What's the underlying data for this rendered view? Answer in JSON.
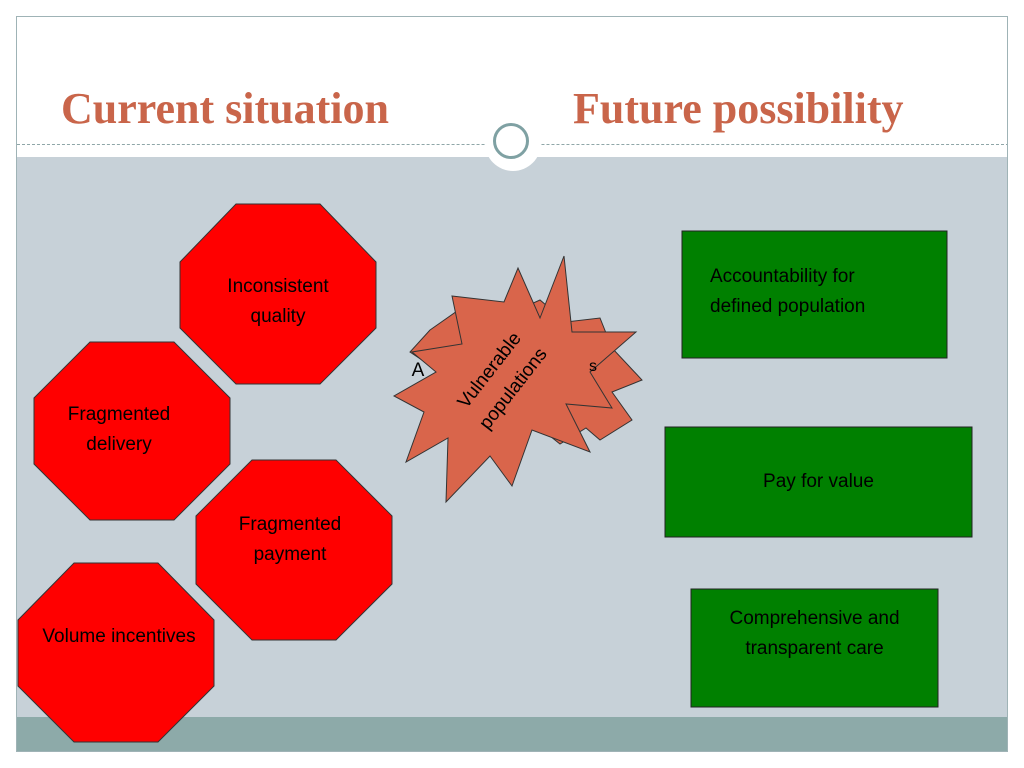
{
  "slide": {
    "title_left": "Current situation",
    "title_right": "Future possibility"
  },
  "current": {
    "inconsistent_quality": "Inconsistent quality",
    "fragmented_delivery": "Fragmented delivery",
    "fragmented_payment": "Fragmented payment",
    "volume_incentives": "Volume incentives"
  },
  "center": {
    "burst_label": "Vulnerable populations",
    "back_letter_a": "A",
    "back_letter_s": "s"
  },
  "future": {
    "accountability": "Accountability for defined population",
    "pay_for_value": "Pay for value",
    "comprehensive": "Comprehensive and transparent care"
  },
  "colors": {
    "title": "#c9654a",
    "octagon_fill": "#ff0000",
    "burst_fill": "#d9654b",
    "box_fill": "#008000",
    "content_bg": "#c7d1d8",
    "footer_bar": "#8daaa9"
  }
}
